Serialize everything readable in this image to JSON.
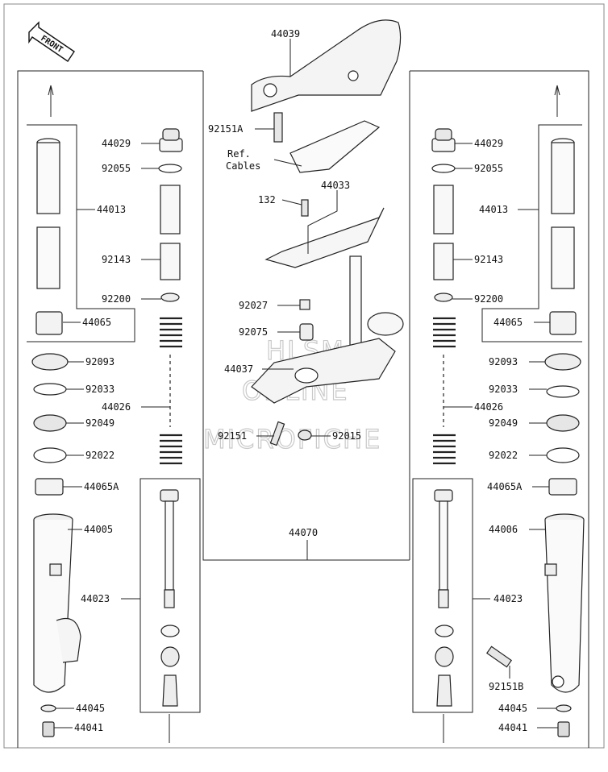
{
  "front_label": "FRONT",
  "watermark": [
    "HLSM",
    "ONLINE",
    "MICROFICHE"
  ],
  "labels": {
    "l44039": "44039",
    "l92151A": "92151A",
    "lRefCables1": "Ref.",
    "lRefCables2": "Cables",
    "l132": "132",
    "l44033": "44033",
    "l92027": "92027",
    "l92075": "92075",
    "l44037": "44037",
    "l92151c": "92151",
    "l92015": "92015",
    "l44070": "44070",
    "L44029": "44029",
    "L92055": "92055",
    "L44013": "44013",
    "L92143": "92143",
    "L92200": "92200",
    "L44065": "44065",
    "L92093": "92093",
    "L92033": "92033",
    "L44026": "44026",
    "L92049": "92049",
    "L92022": "92022",
    "L44065A": "44065A",
    "L44005": "44005",
    "L44023": "44023",
    "L44045": "44045",
    "L44041": "44041",
    "R44029": "44029",
    "R92055": "92055",
    "R44013": "44013",
    "R92143": "92143",
    "R92200": "92200",
    "R44065": "44065",
    "R92093": "92093",
    "R92033": "92033",
    "R44026": "44026",
    "R92049": "92049",
    "R92022": "92022",
    "R44065A": "44065A",
    "R44006": "44006",
    "R44023": "44023",
    "R92151B": "92151B",
    "R44045": "44045",
    "R44041": "44041"
  }
}
